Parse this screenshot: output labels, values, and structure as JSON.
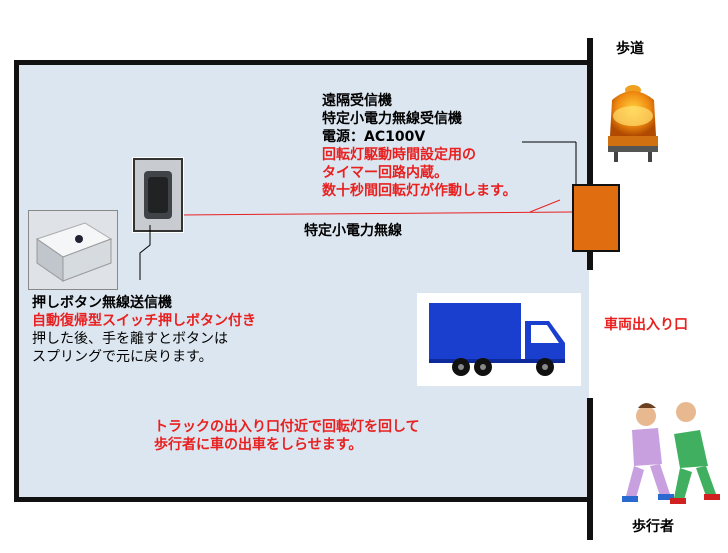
{
  "labels": {
    "sidewalk": "歩道",
    "pedestrian": "歩行者",
    "vehicle_exit": "車両出入り口",
    "radio_link": "特定小電力無線"
  },
  "receiver": {
    "title": "遠隔受信機",
    "type": "特定小電力無線受信機",
    "power": "電源：AC100V",
    "note1": "回転灯駆動時間設定用の",
    "note2": "タイマー回路内蔵。",
    "note3": "数十秒間回転灯が作動します。"
  },
  "transmitter": {
    "title": "押しボタン無線送信機",
    "subtitle": "自動復帰型スイッチ押しボタン付き",
    "desc1": "押した後、手を離すとボタンは",
    "desc2": "スプリングで元に戻ります。"
  },
  "purpose": {
    "line1": "トラックの出入り口付近で回転灯を回して",
    "line2": "歩行者に車の出車をしらせます。"
  },
  "colors": {
    "yard_bg": "#dce6f0",
    "red_text": "#e82020",
    "receiver_box": "#e06e10",
    "truck_blue": "#1a3fcf",
    "beacon_orange": "#f08a10"
  }
}
